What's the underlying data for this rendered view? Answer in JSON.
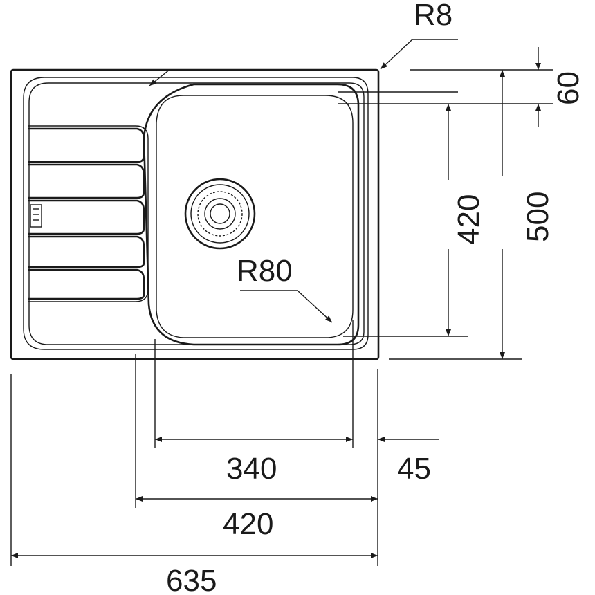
{
  "drawing": {
    "corner_radius_label": "R8",
    "bowl_radius_label": "R80",
    "depth_label": "60",
    "bowl_height_label": "420",
    "overall_height_label": "500",
    "bowl_width_label": "340",
    "right_margin_label": "45",
    "cabinet_width_label": "420",
    "overall_width_label": "635"
  },
  "colors": {
    "line": "#1a1a1a",
    "background": "#ffffff"
  }
}
